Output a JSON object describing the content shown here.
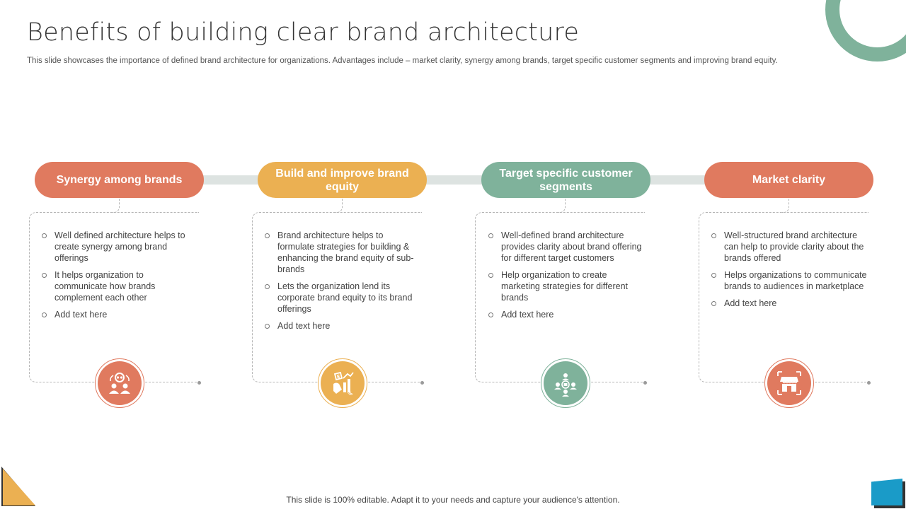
{
  "slide": {
    "title": "Benefits of building clear brand architecture",
    "subtitle": "This slide showcases the importance of defined brand architecture for organizations. Advantages include – market clarity,  synergy among brands, target specific customer segments and improving brand equity.",
    "footer": "This slide is 100% editable. Adapt it to your needs and capture your audience's attention."
  },
  "colors": {
    "orange": "#e07a5f",
    "yellow": "#ebb052",
    "green": "#7fb29b",
    "connector": "#dde3e1",
    "blue": "#1a9bc8"
  },
  "benefits": [
    {
      "heading": "Synergy among brands",
      "color": "orange",
      "icon": "people-network-icon",
      "points": [
        "Well defined architecture helps to create synergy among brand offerings",
        "It helps organization to communicate how brands complement each other",
        "Add text here"
      ]
    },
    {
      "heading": "Build and improve brand equity",
      "color": "yellow",
      "icon": "money-growth-icon",
      "points": [
        "Brand architecture helps to formulate strategies for building & enhancing the brand equity of sub-brands",
        "Lets the organization lend its corporate brand equity to its brand offerings",
        "Add text here"
      ]
    },
    {
      "heading": "Target specific customer segments",
      "color": "green",
      "icon": "customer-segments-icon",
      "points": [
        "Well-defined brand architecture provides  clarity about brand offering  for different target customers",
        "Help organization to create marketing strategies for different brands",
        "Add text here"
      ]
    },
    {
      "heading": "Market clarity",
      "color": "orange",
      "icon": "storefront-icon",
      "points": [
        "Well-structured brand architecture can help to provide  clarity about the brands offered",
        "Helps organizations to communicate brands to audiences in marketplace",
        "Add text here"
      ]
    }
  ]
}
